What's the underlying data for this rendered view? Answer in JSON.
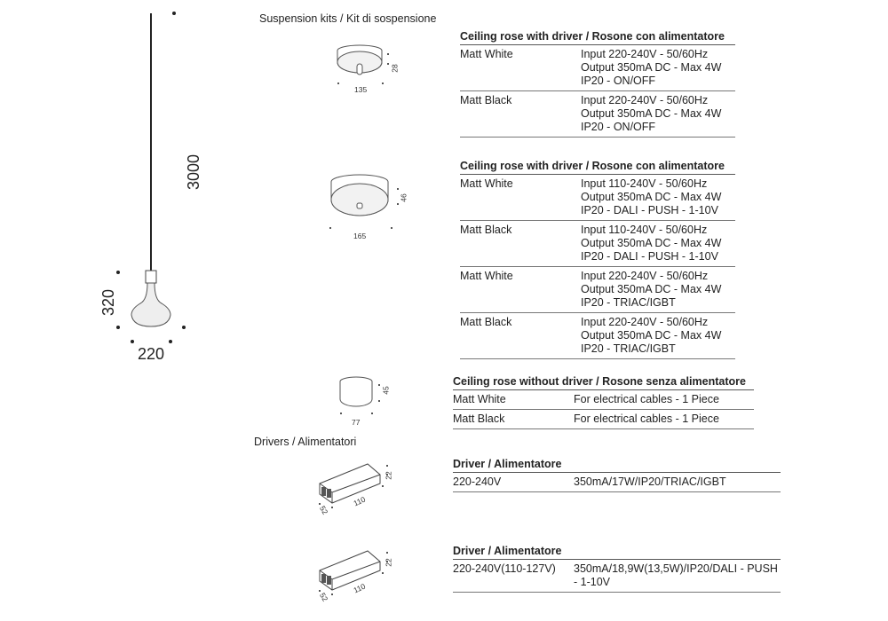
{
  "lamp": {
    "height_total": "3000",
    "height_body": "320",
    "width_body": "220"
  },
  "suspension_title": "Suspension kits / Kit di sospensione",
  "drivers_title": "Drivers / Alimentatori",
  "drawings": {
    "rose1": {
      "w": "135",
      "h": "28"
    },
    "rose2": {
      "w": "165",
      "h": "46"
    },
    "rose3": {
      "w": "77",
      "h": "45"
    },
    "driver1": {
      "l": "110",
      "w": "52",
      "h": "22"
    },
    "driver2": {
      "l": "110",
      "w": "52",
      "h": "22"
    }
  },
  "tables": [
    {
      "title": "Ceiling rose with driver / Rosone con alimentatore",
      "rows": [
        {
          "name": "Matt White",
          "spec": [
            "Input 220-240V - 50/60Hz",
            "Output 350mA DC - Max 4W",
            "IP20 - ON/OFF"
          ]
        },
        {
          "name": "Matt Black",
          "spec": [
            "Input 220-240V - 50/60Hz",
            "Output 350mA DC - Max 4W",
            "IP20 - ON/OFF"
          ]
        }
      ]
    },
    {
      "title": "Ceiling rose with driver / Rosone con alimentatore",
      "rows": [
        {
          "name": "Matt White",
          "spec": [
            "Input 110-240V - 50/60Hz",
            "Output 350mA DC - Max 4W",
            "IP20 - DALI - PUSH - 1-10V"
          ]
        },
        {
          "name": "Matt Black",
          "spec": [
            "Input 110-240V - 50/60Hz",
            "Output 350mA DC - Max 4W",
            "IP20 - DALI - PUSH - 1-10V"
          ]
        },
        {
          "name": "Matt White",
          "spec": [
            "Input 220-240V - 50/60Hz",
            "Output 350mA DC - Max 4W",
            "IP20 - TRIAC/IGBT"
          ]
        },
        {
          "name": "Matt Black",
          "spec": [
            "Input 220-240V - 50/60Hz",
            "Output 350mA DC - Max 4W",
            "IP20 - TRIAC/IGBT"
          ]
        }
      ]
    },
    {
      "title": "Ceiling rose without driver / Rosone senza alimentatore",
      "rows": [
        {
          "name": "Matt White",
          "spec": [
            "For electrical cables - 1 Piece"
          ]
        },
        {
          "name": "Matt Black",
          "spec": [
            "For electrical cables - 1 Piece"
          ]
        }
      ]
    },
    {
      "title": "Driver / Alimentatore",
      "rows": [
        {
          "name": "220-240V",
          "spec": [
            "350mA/17W/IP20/TRIAC/IGBT"
          ]
        }
      ]
    },
    {
      "title": "Driver / Alimentatore",
      "rows": [
        {
          "name": "220-240V(110-127V)",
          "spec": [
            "350mA/18,9W(13,5W)/IP20/DALI - PUSH",
            "- 1-10V"
          ]
        }
      ]
    }
  ]
}
